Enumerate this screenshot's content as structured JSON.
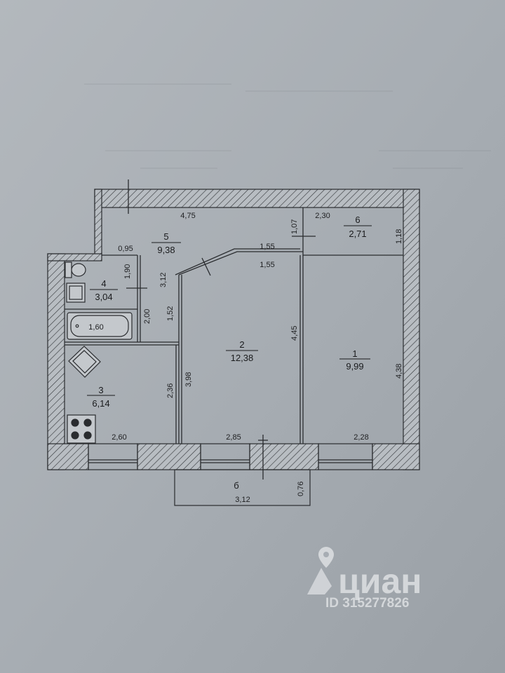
{
  "rooms": [
    {
      "id": "1",
      "area": "9,99"
    },
    {
      "id": "2",
      "area": "12,38"
    },
    {
      "id": "3",
      "area": "6,14"
    },
    {
      "id": "4",
      "area": "3,04"
    },
    {
      "id": "5",
      "area": "9,38"
    },
    {
      "id": "6",
      "area": "2,71"
    }
  ],
  "balcony": {
    "id": "б",
    "length": "3,12",
    "depth": "0,76"
  },
  "dimensions": {
    "hall_top": "4,75",
    "hall_left": "0,95",
    "hall_v": "3,12",
    "corr_top": "1,55",
    "corr_bottom": "1,55",
    "door_gap": "1,07",
    "pantry_top": "2,30",
    "pantry_right": "1,18",
    "bath_right": "1,90",
    "bath_tub": "1,60",
    "bath_low": "2,00",
    "hall_low": "1,52",
    "kitchen_right": "2,36",
    "kitchen_bottom": "2,60",
    "room2_left": "3,98",
    "room2_right": "4,45",
    "room2_bottom": "2,85",
    "room1_right": "4,38",
    "room1_bottom": "2,28"
  },
  "watermark": {
    "brand": "циан",
    "id_text": "ID 315277826"
  },
  "colors": {
    "page": "#a7adb3",
    "wall_line": "#2a2c2f",
    "hatch": "#3a3d41"
  }
}
